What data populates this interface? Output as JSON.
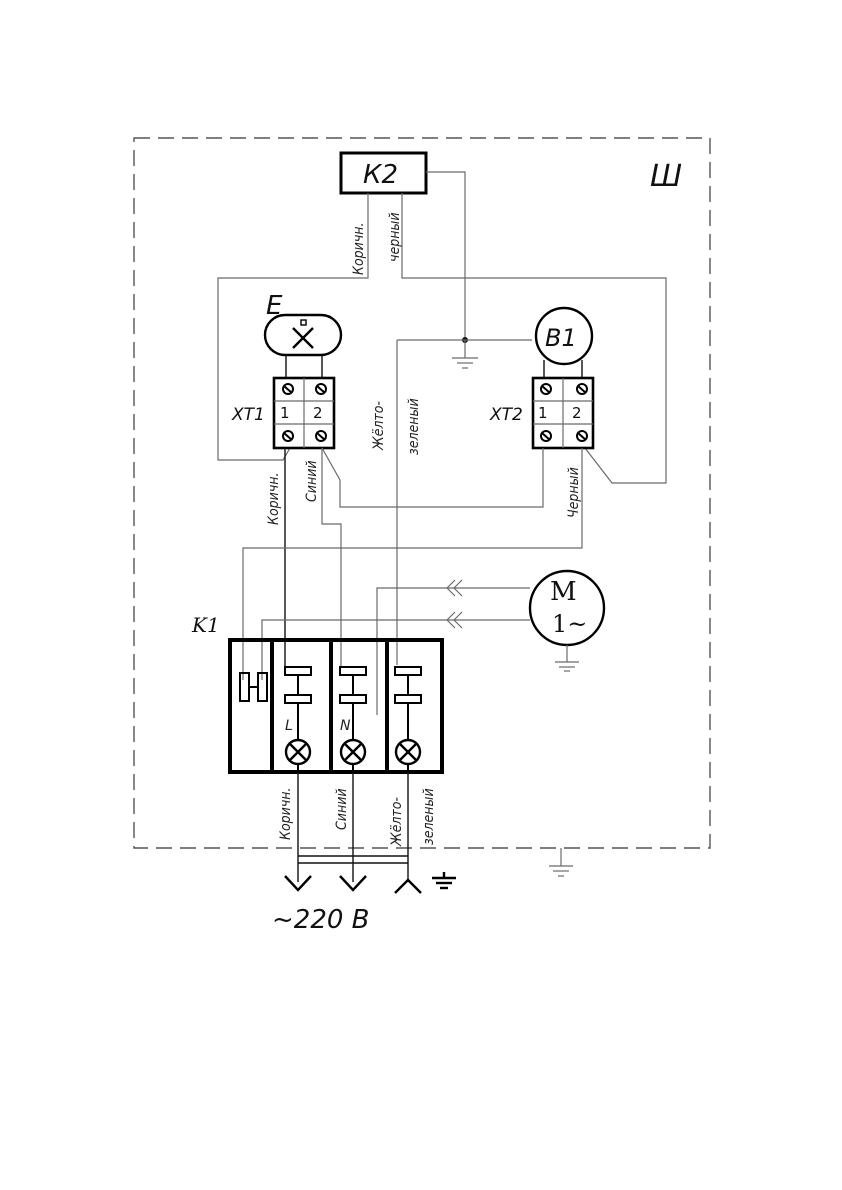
{
  "diagram": {
    "title": "Electrical wiring schematic",
    "cabinet_label": "Ш",
    "supply_label": "~220 В",
    "components": {
      "K2": {
        "label": "К2"
      },
      "E": {
        "label": "E"
      },
      "XT1": {
        "label": "XT1",
        "terminals": [
          "1",
          "2"
        ]
      },
      "XT2": {
        "label": "XT2",
        "terminals": [
          "1",
          "2"
        ]
      },
      "B1": {
        "label": "B1"
      },
      "M": {
        "label_top": "M",
        "label_bottom": "1~"
      },
      "K1": {
        "label": "K1",
        "pole_labels": [
          "L",
          "N",
          ""
        ]
      }
    },
    "wire_labels": {
      "k2_brown": "Коричн.",
      "k2_black": "черный",
      "pe_yellow": "Жёлто-",
      "pe_green": "зеленый",
      "xt1_brown": "Коричн.",
      "xt1_blue": "Синий",
      "xt2_black": "Черный",
      "out_brown": "Коричн.",
      "out_blue": "Синий",
      "out_yellow": "Жёлто-",
      "out_green": "зеленый"
    }
  }
}
